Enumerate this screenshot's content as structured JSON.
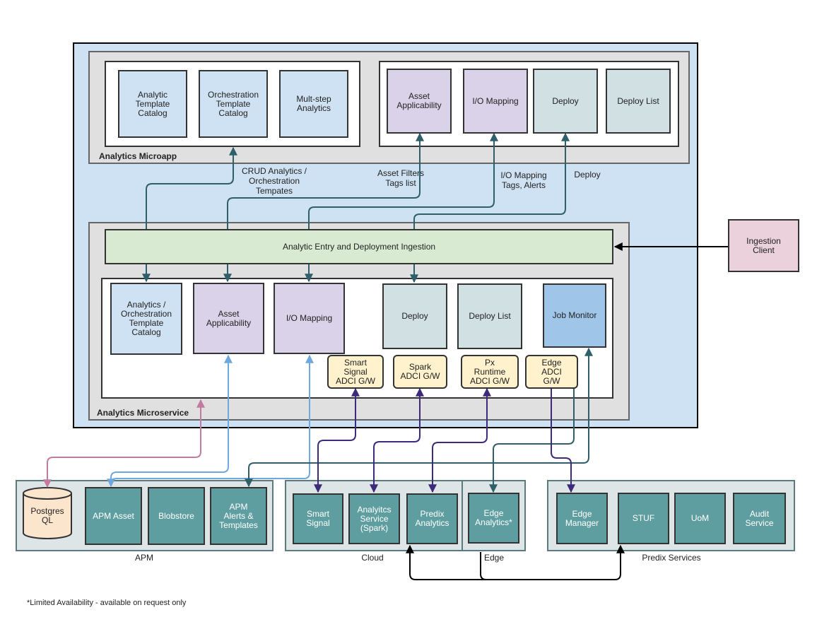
{
  "microapp": {
    "label": "Analytics Microapp",
    "left_items": [
      "Analytic\nTemplate\nCatalog",
      "Orchestration\nTemplate\nCatalog",
      "Mult-step\nAnalytics"
    ],
    "right_items": [
      "Asset\nApplicability",
      "I/O Mapping",
      "Deploy",
      "Deploy List"
    ]
  },
  "flows": {
    "crud": "CRUD Analytics /\nOrchestration\nTempates",
    "asset_filters": "Asset Filters\nTags list",
    "io_mapping": "I/O Mapping\nTags, Alerts",
    "deploy": "Deploy"
  },
  "ingestion": {
    "entry": "Analytic Entry and Deployment Ingestion",
    "client": "Ingestion\nClient"
  },
  "microservice": {
    "label": "Analytics Microservice",
    "items": [
      "Analytics /\nOrchestration\nTemplate\nCatalog",
      "Asset\nApplicability",
      "I/O Mapping",
      "Deploy",
      "Deploy List",
      "Job Monitor"
    ],
    "gateways": [
      "Smart\nSignal\nADCI G/W",
      "Spark\nADCI G/W",
      "Px\nRuntime\nADCI G/W",
      "Edge\nADCI\nG/W"
    ]
  },
  "apm": {
    "label": "APM",
    "postgres": "Postgres\nQL",
    "items": [
      "APM Asset",
      "Blobstore",
      "APM\nAlerts &\nTemplates"
    ]
  },
  "cloud": {
    "label": "Cloud",
    "items": [
      "Smart\nSignal",
      "Analyitcs\nService\n(Spark)",
      "Predix\nAnalytics"
    ]
  },
  "edge": {
    "label": "Edge",
    "item": "Edge\nAnalytics*"
  },
  "predix_services": {
    "label": "Predix Services",
    "items": [
      "Edge\nManager",
      "STUF",
      "UoM",
      "Audit\nService"
    ]
  },
  "footnote": "*Limited Availability - available on request only",
  "colors": {
    "arrow_teal": "#2f5f6a",
    "arrow_blue": "#6fa8dc",
    "arrow_pink": "#c27ba0",
    "arrow_purple": "#3d2a7a",
    "arrow_black": "#000000"
  }
}
